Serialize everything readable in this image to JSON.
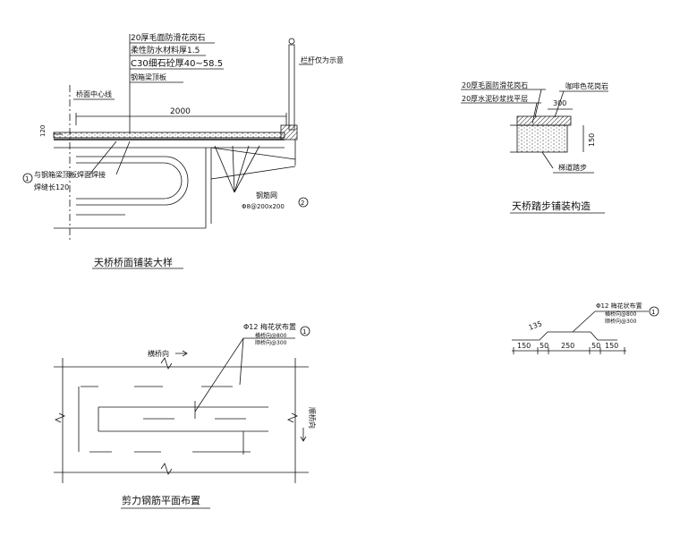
{
  "drawing1": {
    "title": "天桥桥面铺装大样",
    "layer1": "20厚毛面防滑花岗石",
    "layer2": "柔性防水材料厚1.5",
    "layer3": "C30细石砼厚40~58.5",
    "layer4": "钢箱梁顶板",
    "railing_note": "栏杆仅为示意",
    "centerline_note": "桥面中心线",
    "dim_width": "2000",
    "dim_left": "120",
    "weld_note_1": "与钢箱梁顶板焊面焊接",
    "weld_note_2": "焊缝长120",
    "weld_callout": "1",
    "mesh_label": "钢筋网",
    "mesh_spec": "Φ8@200x200",
    "mesh_callout": "2"
  },
  "drawing2": {
    "title": "天桥踏步铺装构造",
    "layer1": "20厚毛面防滑花岗石",
    "layer2": "20厚水泥砂浆找平层",
    "stone_note": "咖啡色花岗岩",
    "dim_top": "300",
    "dim_height": "150",
    "step_note": "梯道踏步"
  },
  "drawing3": {
    "title": "剪力钢筋平面布置",
    "rebar_title": "Φ12 梅花状布置",
    "rebar_line1": "横桥向@800",
    "rebar_line2": "顺桥向@300",
    "callout": "1",
    "arrow_transverse": "横桥向",
    "arrow_longitudinal": "顺桥向"
  },
  "drawing4": {
    "rebar_title": "Φ12 梅花状布置",
    "rebar_line1": "横桥向@800",
    "rebar_line2": "顺桥向@300",
    "callout": "1",
    "dim_height": "135",
    "dims": [
      "150",
      "50",
      "250",
      "50",
      "150"
    ]
  }
}
